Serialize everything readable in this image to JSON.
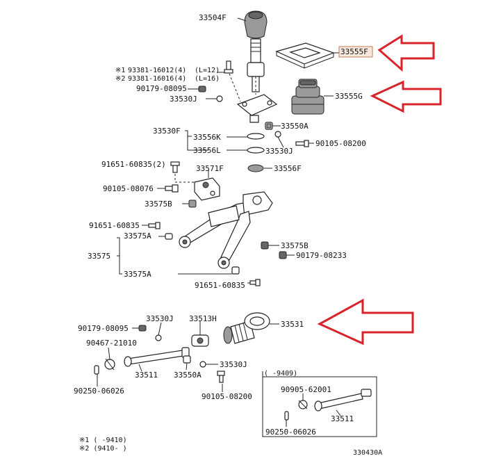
{
  "parts": {
    "p33504F": "33504F",
    "p33555F": "33555F",
    "p33555G": "33555G",
    "p93381_1": "93381-16012(4)",
    "p93381_1_note": "(L=12)",
    "p93381_2": "93381-16016(4)",
    "p93381_2_note": "(L=16)",
    "mark1": "※1",
    "mark2": "※2",
    "p90179_08095": "90179-08095",
    "p33530J": "33530J",
    "p33530F": "33530F",
    "p33550A": "33550A",
    "p33556K": "33556K",
    "p33556L": "33556L",
    "p33530J_b": "33530J",
    "p90105_08200": "90105-08200",
    "p91651_60835_2": "91651-60835(2)",
    "p33571F": "33571F",
    "p33556F": "33556F",
    "p90105_08076": "90105-08076",
    "p33575B": "33575B",
    "p91651_60835": "91651-60835",
    "p33575A": "33575A",
    "p33575": "33575",
    "p33575B_b": "33575B",
    "p90179_08233": "90179-08233",
    "p33575A_b": "33575A",
    "p91651_60835_b": "91651-60835",
    "p90179_08095_b": "90179-08095",
    "p33530J_c": "33530J",
    "p33513H": "33513H",
    "p33531": "33531",
    "p90467_21010": "90467-21010",
    "p33511": "33511",
    "p33550A_b": "33550A",
    "p33530J_d": "33530J",
    "p90250_06026": "90250-06026",
    "p90105_08200_b": "90105-08200",
    "inset_range": "(    -9409)",
    "p90905_62001": "90905-62001",
    "p33511_b": "33511",
    "p90250_06026_b": "90250-06026",
    "foot1": "※1 (    -9410)",
    "foot2": "※2 (9410-    )",
    "fig_code": "330430A"
  },
  "colors": {
    "arrow": "#d8232a",
    "highlight": "#f6e8dc"
  }
}
